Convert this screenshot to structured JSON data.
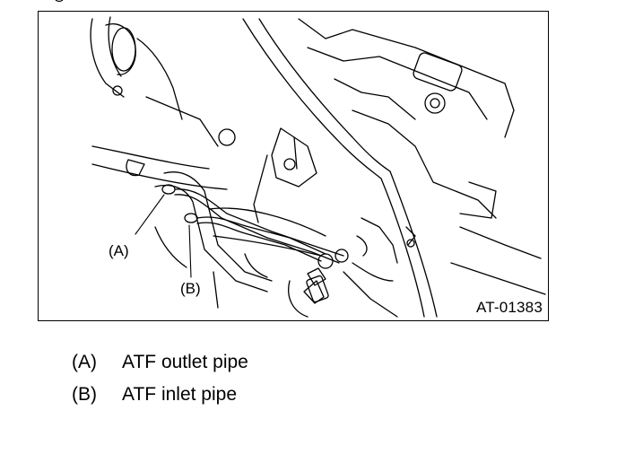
{
  "figure": {
    "id": "AT-01383",
    "callouts": [
      {
        "key": "(A)"
      },
      {
        "key": "(B)"
      }
    ]
  },
  "legend": [
    {
      "key": "(A)",
      "text": "ATF outlet pipe"
    },
    {
      "key": "(B)",
      "text": "ATF inlet pipe"
    }
  ],
  "colors": {
    "line": "#000000",
    "background": "#ffffff"
  }
}
